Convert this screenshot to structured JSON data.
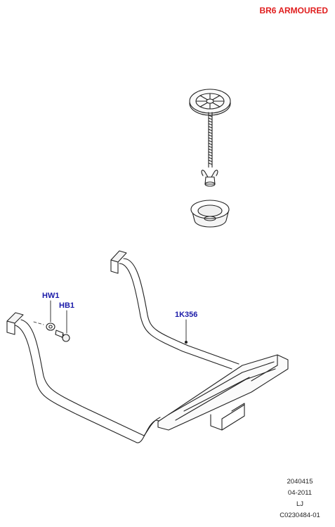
{
  "header": {
    "title": "BR6 ARMOURED",
    "title_color": "#e01e1e"
  },
  "callouts": {
    "hw1": {
      "label": "HW1"
    },
    "hb1": {
      "label": "HB1"
    },
    "k356": {
      "label": "1K356"
    },
    "color": "#1a1aa8"
  },
  "footer": {
    "code": "2040415",
    "date": "04-2011",
    "initials": "LJ",
    "ref": "C0230484-01"
  }
}
